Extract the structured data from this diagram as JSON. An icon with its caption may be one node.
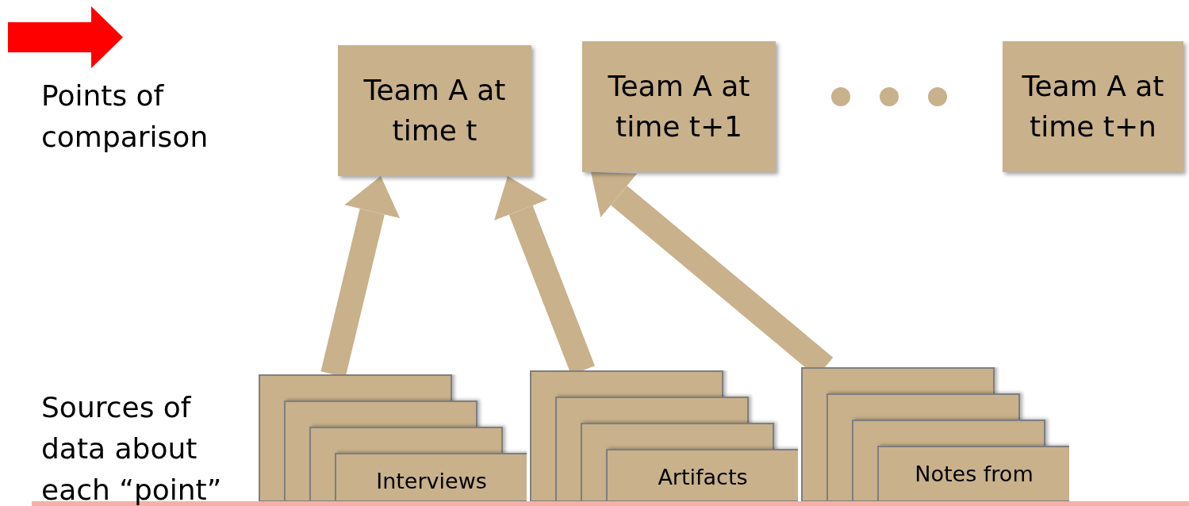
{
  "diagram": {
    "nodes": [
      {
        "text": [
          "Team A at time t"
        ]
      },
      {
        "text": [
          "Team A at time t+1"
        ]
      },
      {
        "text": [
          "Team A at time t+n"
        ]
      },
      {
        "text": [
          "Interviews"
        ]
      },
      {
        "text": [
          "Artifacts"
        ]
      },
      {
        "text": [
          "Notes from"
        ]
      }
    ],
    "edges": [
      {
        "from": 3,
        "to": 0,
        "arrow": "to"
      },
      {
        "from": 4,
        "to": 0,
        "arrow": "to"
      },
      {
        "from": 5,
        "to": 1,
        "arrow": "to"
      }
    ],
    "labels": [
      "Points of comparison",
      "Sources of data about each “point”"
    ]
  }
}
